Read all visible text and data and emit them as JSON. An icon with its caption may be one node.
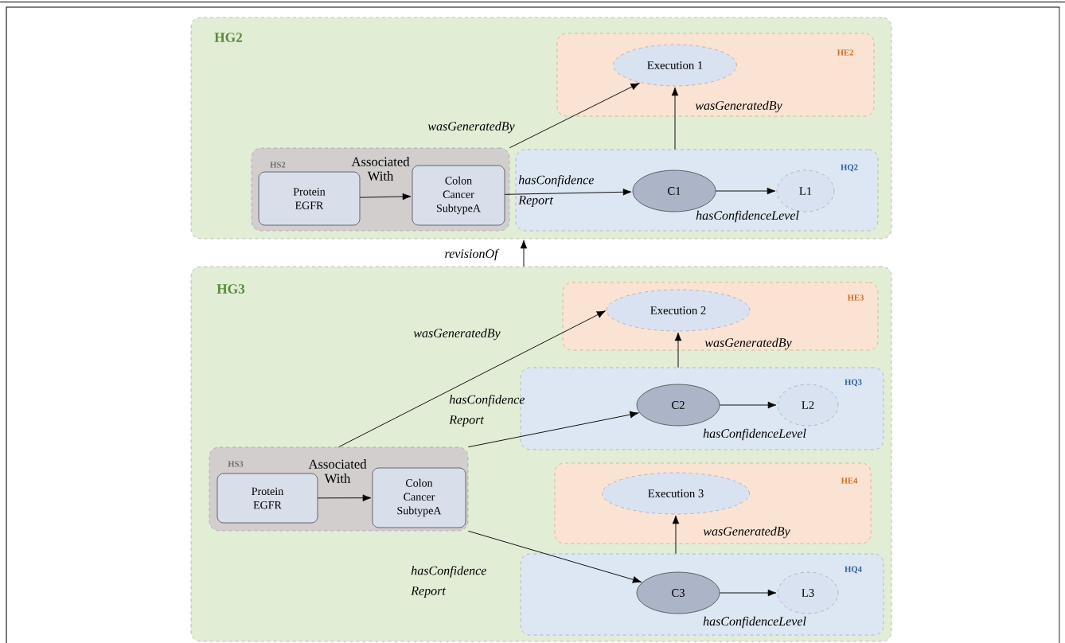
{
  "diagram": {
    "nodes": [
      {
        "text": [
          "HG2"
        ]
      },
      {
        "text": [
          "HE2"
        ],
        "in": 0
      },
      {
        "text": [
          "Execution 1"
        ],
        "in": 1
      },
      {
        "text": [
          "HS2"
        ],
        "in": 0
      },
      {
        "text": [
          "Protein EGFR"
        ],
        "in": 3
      },
      {
        "text": [
          "Colon Cancer SubtypeA"
        ],
        "in": 3
      },
      {
        "text": [
          "HQ2"
        ],
        "in": 0
      },
      {
        "text": [
          "C1"
        ],
        "in": 6
      },
      {
        "text": [
          "L1"
        ],
        "in": 6
      },
      {
        "text": [
          "HG3"
        ]
      },
      {
        "text": [
          "HE3"
        ],
        "in": 9
      },
      {
        "text": [
          "Execution 2"
        ],
        "in": 10
      },
      {
        "text": [
          "HQ3"
        ],
        "in": 9
      },
      {
        "text": [
          "C2"
        ],
        "in": 12
      },
      {
        "text": [
          "L2"
        ],
        "in": 12
      },
      {
        "text": [
          "HS3"
        ],
        "in": 9
      },
      {
        "text": [
          "Protein EGFR"
        ],
        "in": 15
      },
      {
        "text": [
          "Colon Cancer SubtypeA"
        ],
        "in": 15
      },
      {
        "text": [
          "HE4"
        ],
        "in": 9
      },
      {
        "text": [
          "Execution 3"
        ],
        "in": 18
      },
      {
        "text": [
          "HQ4"
        ],
        "in": 9
      },
      {
        "text": [
          "C3"
        ],
        "in": 20
      },
      {
        "text": [
          "L3"
        ],
        "in": 20
      }
    ],
    "edges": [
      {
        "from": 3,
        "to": 2,
        "arrow": "to",
        "label": "wasGeneratedBy"
      },
      {
        "from": 4,
        "to": 5,
        "arrow": "to",
        "label": "Associated With"
      },
      {
        "from": 5,
        "to": 7,
        "arrow": "to",
        "label": "hasConfidence Report"
      },
      {
        "from": 7,
        "to": 8,
        "arrow": "to",
        "label": "hasConfidenceLevel"
      },
      {
        "from": 6,
        "to": 2,
        "arrow": "to",
        "label": "wasGeneratedBy"
      },
      {
        "from": 9,
        "to": 0,
        "arrow": "to",
        "label": "revisionOf"
      },
      {
        "from": 15,
        "to": 11,
        "arrow": "to",
        "label": "wasGeneratedBy"
      },
      {
        "from": 12,
        "to": 11,
        "arrow": "to",
        "label": "wasGeneratedBy"
      },
      {
        "from": 15,
        "to": 13,
        "arrow": "to",
        "label": "hasConfidence Report"
      },
      {
        "from": 13,
        "to": 14,
        "arrow": "to",
        "label": "hasConfidenceLevel"
      },
      {
        "from": 16,
        "to": 17,
        "arrow": "to",
        "label": "Associated With"
      },
      {
        "from": 20,
        "to": 19,
        "arrow": "to",
        "label": "wasGeneratedBy"
      },
      {
        "from": 15,
        "to": 21,
        "arrow": "to",
        "label": "hasConfidence Report"
      },
      {
        "from": 21,
        "to": 22,
        "arrow": "to",
        "label": "hasConfidenceLevel"
      }
    ]
  }
}
